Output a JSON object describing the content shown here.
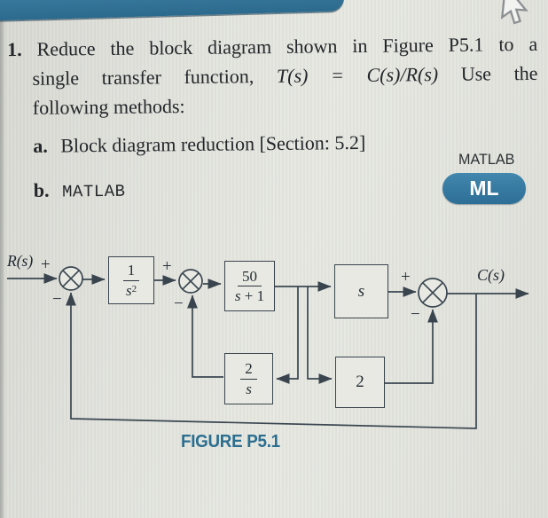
{
  "problem": {
    "number": "1.",
    "line1": "Reduce the block diagram shown in Figure P5.1 to a",
    "line2_plain": "single transfer function,",
    "line2_math": "T(s) = C(s)/R(s)",
    "line2_tail": "Use the",
    "line3": "following methods:",
    "items": [
      {
        "label": "a.",
        "text": "Block diagram reduction [Section: 5.2]"
      },
      {
        "label": "b.",
        "text": "MATLAB"
      }
    ]
  },
  "matlab_tag": {
    "label": "MATLAB",
    "badge": "ML",
    "badge_color": "#35789f"
  },
  "diagram": {
    "input_label": "R(s)",
    "output_label": "C(s)",
    "caption": "FIGURE P5.1",
    "junctions": [
      {
        "plus": "+",
        "minus": "−"
      },
      {
        "plus": "+",
        "minus": "−"
      },
      {
        "plus": "+",
        "minus": "−"
      }
    ],
    "blocks": {
      "integrator": {
        "num": "1",
        "den_base": "s",
        "den_sup": "2"
      },
      "plant": {
        "num": "50",
        "den_var": "s",
        "den_rest": "+ 1"
      },
      "derivative": {
        "label": "s"
      },
      "feedback_integrator": {
        "num": "2",
        "den_base": "s"
      },
      "gain": {
        "label": "2"
      }
    },
    "colors": {
      "line": "#3a4651",
      "caption": "#2b6e8f"
    }
  }
}
